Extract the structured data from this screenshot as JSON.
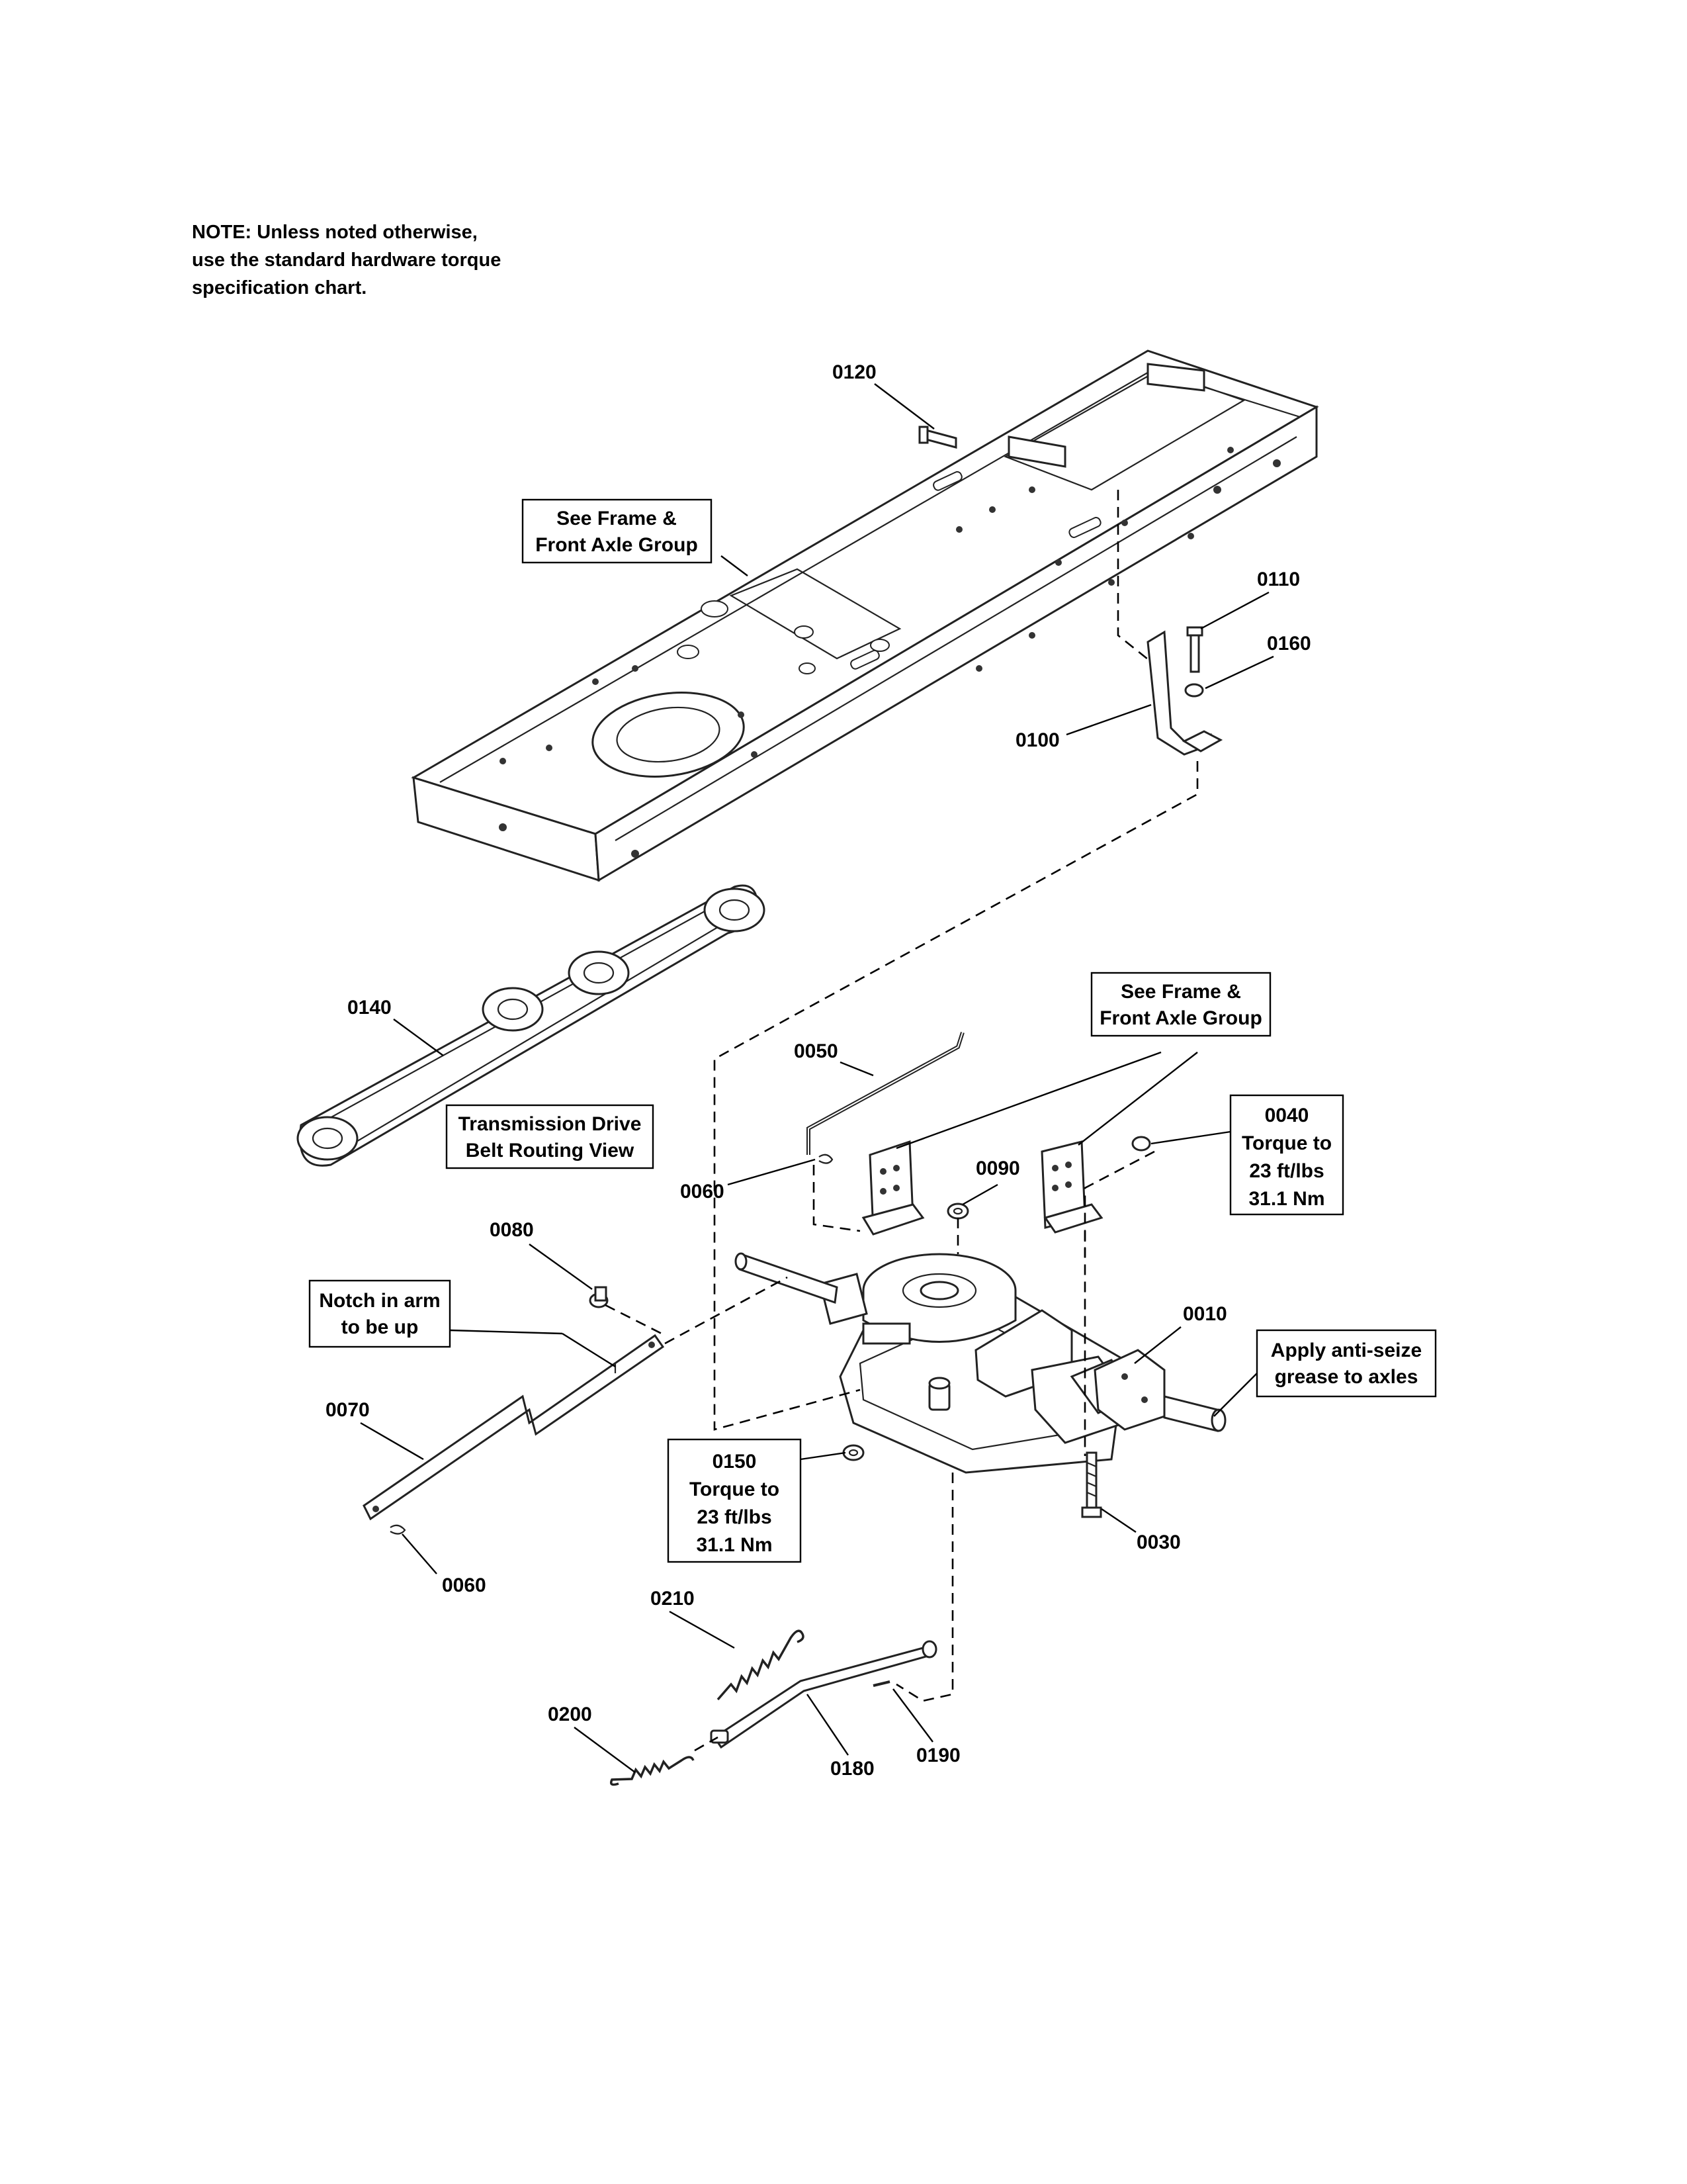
{
  "note": {
    "lines": [
      "NOTE: Unless noted otherwise,",
      "use the standard hardware torque",
      "specification chart."
    ]
  },
  "part_numbers": {
    "p0010": "0010",
    "p0030": "0030",
    "p0040": "0040",
    "p0050": "0050",
    "p0060a": "0060",
    "p0060b": "0060",
    "p0070": "0070",
    "p0080": "0080",
    "p0090": "0090",
    "p0100": "0100",
    "p0110": "0110",
    "p0120": "0120",
    "p0140": "0140",
    "p0150": "0150",
    "p0160": "0160",
    "p0180": "0180",
    "p0190": "0190",
    "p0200": "0200",
    "p0210": "0210"
  },
  "callouts": {
    "frame_group_top": [
      "See Frame &",
      "Front Axle Group"
    ],
    "frame_group_right": [
      "See Frame &",
      "Front Axle Group"
    ],
    "belt_routing": [
      "Transmission Drive",
      "Belt Routing View"
    ],
    "notch": [
      "Notch in arm",
      "to be up"
    ],
    "torque_0040": [
      "0040",
      "Torque to",
      "23 ft/lbs",
      "31.1 Nm"
    ],
    "torque_0150": [
      "0150",
      "Torque to",
      "23 ft/lbs",
      "31.1 Nm"
    ],
    "anti_seize": [
      "Apply anti-seize",
      "grease to axles"
    ]
  }
}
